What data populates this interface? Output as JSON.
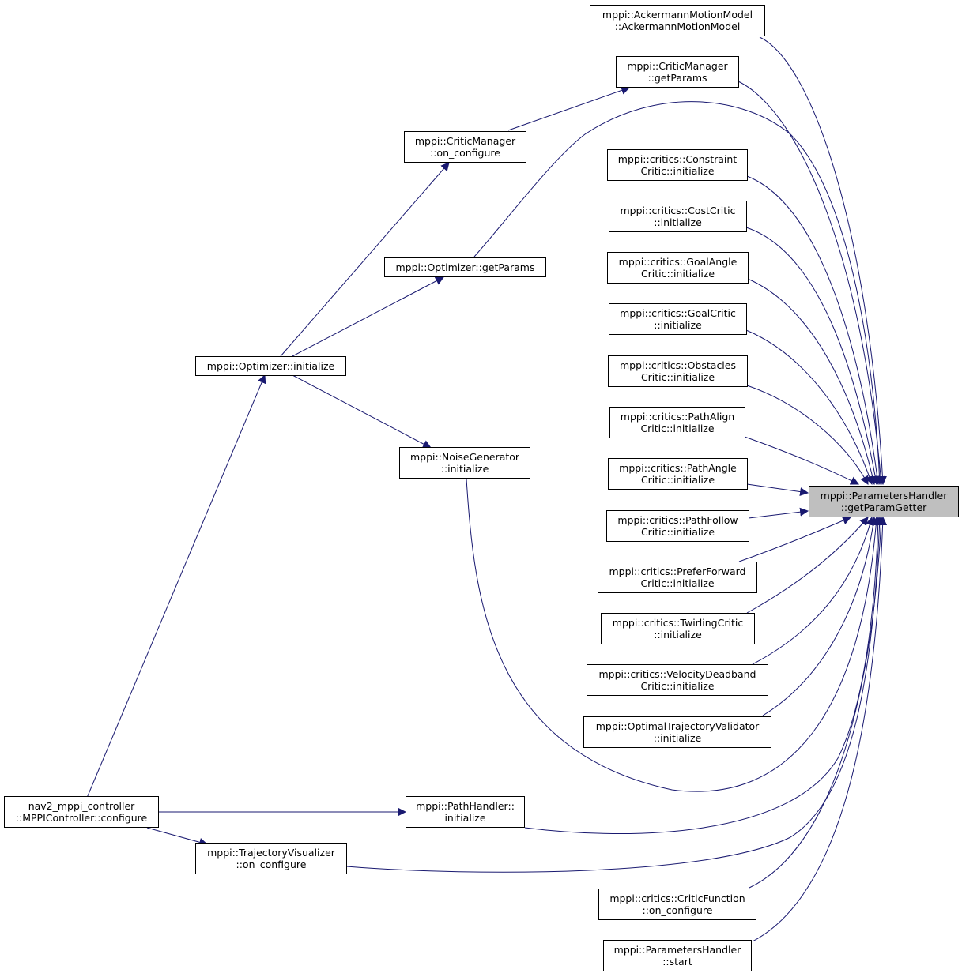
{
  "colors": {
    "edge": "#191970",
    "node_border": "#000000",
    "target_fill": "#bfbfbf",
    "background": "#ffffff"
  },
  "nodes": {
    "target": {
      "line1": "mppi::ParametersHandler",
      "line2": "::getParamGetter"
    },
    "ackermann": {
      "line1": "mppi::AckermannMotionModel",
      "line2": "::AckermannMotionModel"
    },
    "critic_manager_getparams": {
      "line1": "mppi::CriticManager",
      "line2": "::getParams"
    },
    "critic_manager_on_configure": {
      "line1": "mppi::CriticManager",
      "line2": "::on_configure"
    },
    "optimizer_getparams": {
      "line1": "mppi::Optimizer::getParams"
    },
    "optimizer_initialize": {
      "line1": "mppi::Optimizer::initialize"
    },
    "noise_generator": {
      "line1": "mppi::NoiseGenerator",
      "line2": "::initialize"
    },
    "constraint_critic": {
      "line1": "mppi::critics::Constraint",
      "line2": "Critic::initialize"
    },
    "cost_critic": {
      "line1": "mppi::critics::CostCritic",
      "line2": "::initialize"
    },
    "goal_angle_critic": {
      "line1": "mppi::critics::GoalAngle",
      "line2": "Critic::initialize"
    },
    "goal_critic": {
      "line1": "mppi::critics::GoalCritic",
      "line2": "::initialize"
    },
    "obstacles_critic": {
      "line1": "mppi::critics::Obstacles",
      "line2": "Critic::initialize"
    },
    "path_align_critic": {
      "line1": "mppi::critics::PathAlign",
      "line2": "Critic::initialize"
    },
    "path_angle_critic": {
      "line1": "mppi::critics::PathAngle",
      "line2": "Critic::initialize"
    },
    "path_follow_critic": {
      "line1": "mppi::critics::PathFollow",
      "line2": "Critic::initialize"
    },
    "prefer_forward_critic": {
      "line1": "mppi::critics::PreferForward",
      "line2": "Critic::initialize"
    },
    "twirling_critic": {
      "line1": "mppi::critics::TwirlingCritic",
      "line2": "::initialize"
    },
    "velocity_deadband_critic": {
      "line1": "mppi::critics::VelocityDeadband",
      "line2": "Critic::initialize"
    },
    "optimal_trajectory_validator": {
      "line1": "mppi::OptimalTrajectoryValidator",
      "line2": "::initialize"
    },
    "mppi_controller_configure": {
      "line1": "nav2_mppi_controller",
      "line2": "::MPPIController::configure"
    },
    "path_handler": {
      "line1": "mppi::PathHandler::",
      "line2": "initialize"
    },
    "trajectory_visualizer": {
      "line1": "mppi::TrajectoryVisualizer",
      "line2": "::on_configure"
    },
    "critic_function": {
      "line1": "mppi::critics::CriticFunction",
      "line2": "::on_configure"
    },
    "parameters_handler_start": {
      "line1": "mppi::ParametersHandler",
      "line2": "::start"
    }
  }
}
